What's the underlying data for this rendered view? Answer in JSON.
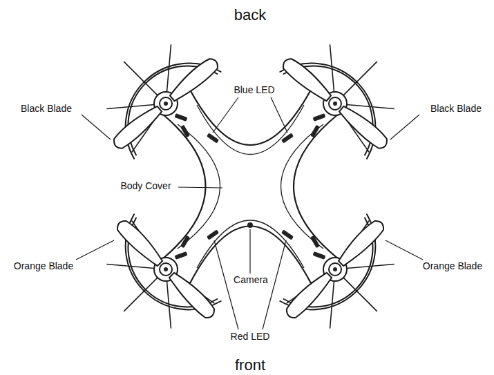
{
  "diagram": {
    "labels": [
      "back",
      "Black Blade",
      "Blue LED",
      "Black Blade",
      "Body Cover",
      "Orange Blade",
      "Camera",
      "Orange Blade",
      "Red LED",
      "front"
    ]
  }
}
